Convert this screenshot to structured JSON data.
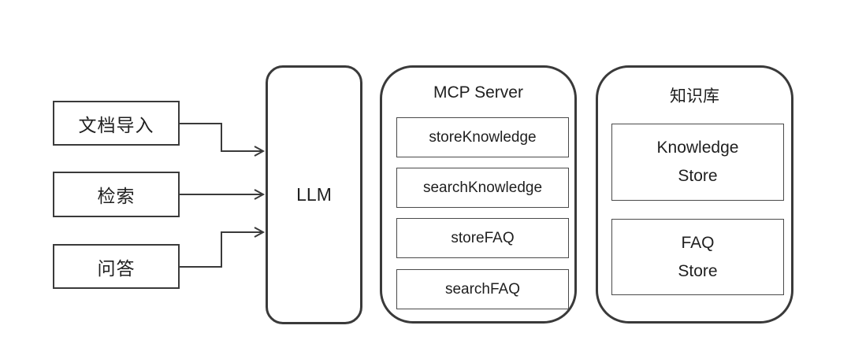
{
  "diagram": {
    "background_color": "#ffffff",
    "stroke_color": "#3a3a3a",
    "text_color": "#1f1f1f",
    "inputs": [
      {
        "label": "文档导入"
      },
      {
        "label": "检索"
      },
      {
        "label": "问答"
      }
    ],
    "llm": {
      "label": "LLM"
    },
    "mcp_server": {
      "title": "MCP Server",
      "tools": [
        {
          "label": "storeKnowledge"
        },
        {
          "label": "searchKnowledge"
        },
        {
          "label": "storeFAQ"
        },
        {
          "label": "searchFAQ"
        }
      ]
    },
    "knowledge_base": {
      "title": "知识库",
      "stores": [
        {
          "lines": [
            "Knowledge",
            "Store"
          ]
        },
        {
          "lines": [
            "FAQ",
            "Store"
          ]
        }
      ]
    }
  }
}
